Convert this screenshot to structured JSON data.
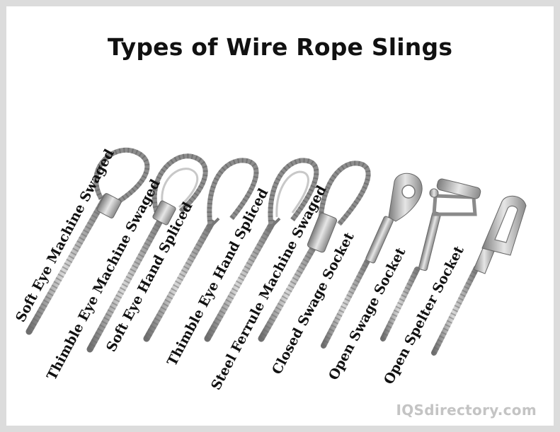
{
  "title": "Types of Wire Rope Slings",
  "labels": [
    "Soft Eye Machine Swaged",
    "Thimble Eye  Machine Swaged",
    "Soft Eye Hand Spliced",
    "Thimble Eye Hand Spliced",
    "Steel Ferrule Machine Swaged",
    "Closed Swage Socket",
    "Open Swage Socket",
    "Open Spelter Socket"
  ],
  "watermark": "IQSdirectory.com",
  "colors": {
    "background": "#ffffff",
    "frame": "#dcdcdc",
    "text": "#111111",
    "steel": "#9a9a9a",
    "watermark": "#c4c4c4"
  }
}
